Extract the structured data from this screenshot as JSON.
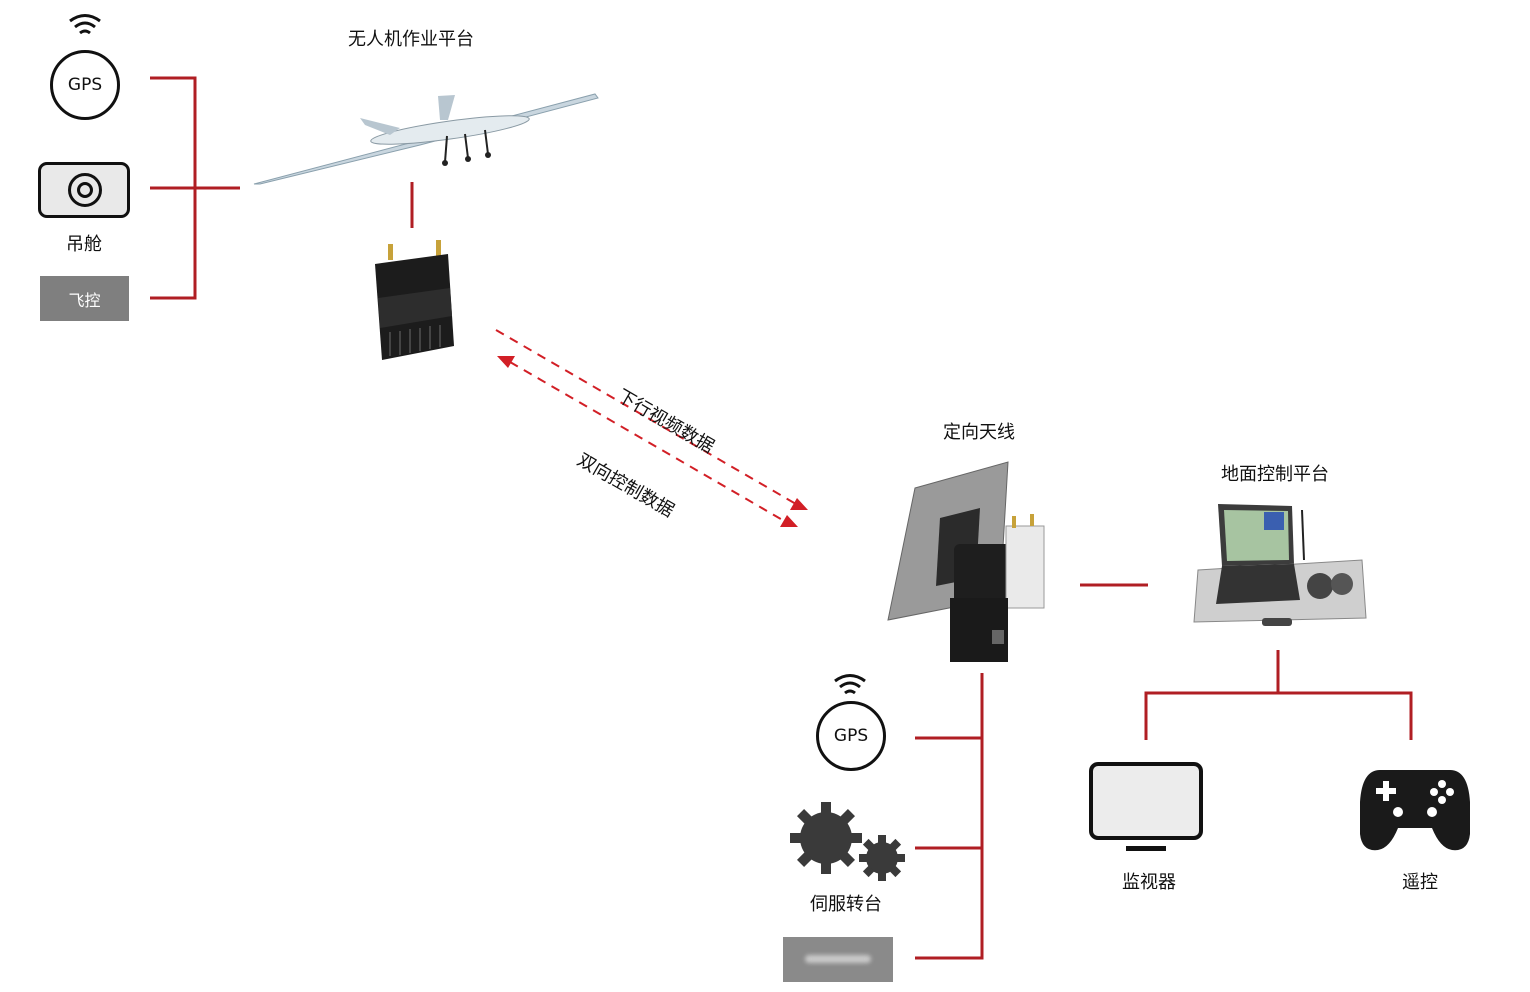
{
  "uav_platform": {
    "title": "无人机作业平台"
  },
  "uav_left": {
    "gps_label": "GPS",
    "gimbal_label": "吊舱",
    "flight_control_label": "飞控"
  },
  "link": {
    "downlink_label": "下行视频数据",
    "bidirectional_label": "双向控制数据"
  },
  "ground": {
    "antenna_title": "定向天线",
    "control_platform_title": "地面控制平台",
    "gps_label": "GPS",
    "servo_label": "伺服转台",
    "monitor_label": "监视器",
    "remote_label": "遥控"
  },
  "colors": {
    "line": "#b01e23",
    "dashed": "#d21f26",
    "icon": "#1a1a1a",
    "gray_box": "#7f7f7f"
  }
}
